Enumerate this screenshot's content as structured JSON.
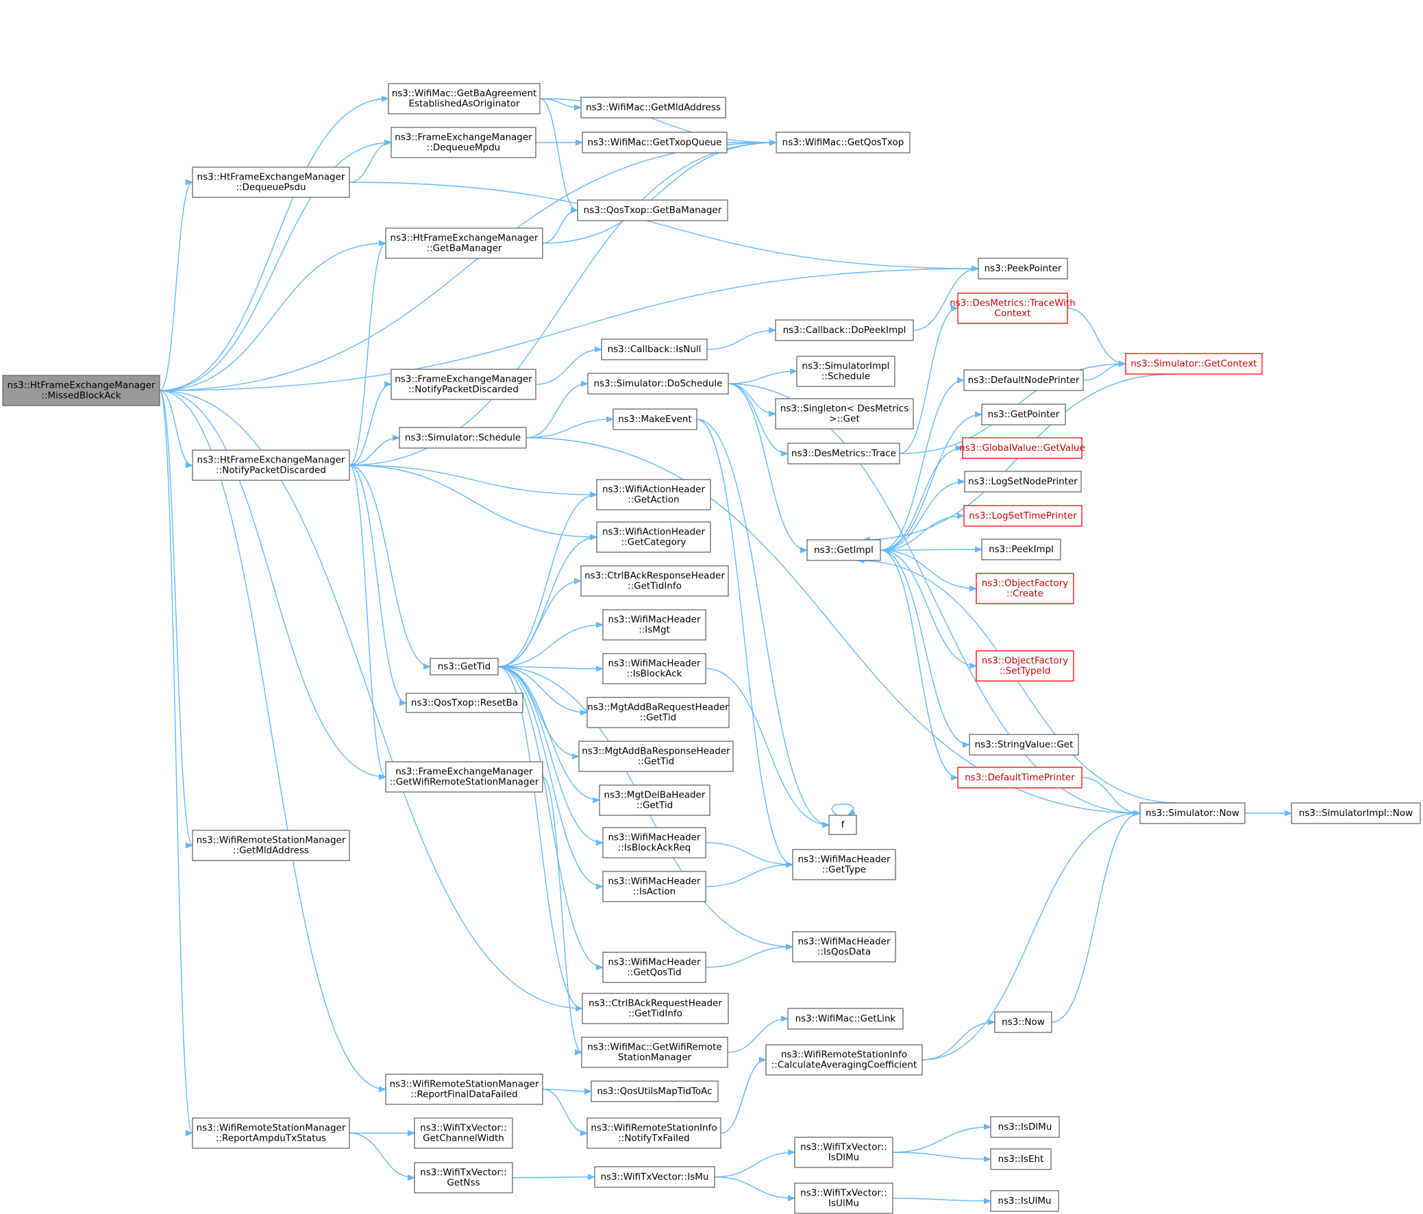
{
  "nodes": [
    {
      "id": "root",
      "lines": [
        "ns3::HtFrameExchangeManager",
        "::MissedBlockAck"
      ],
      "root": true
    },
    {
      "id": "getBaAgree",
      "lines": [
        "ns3::WifiMac::GetBaAgreement",
        "EstablishedAsOriginator"
      ]
    },
    {
      "id": "feDequeueMpdu",
      "lines": [
        "ns3::FrameExchangeManager",
        "::DequeueMpdu"
      ]
    },
    {
      "id": "htDequeuePsdu",
      "lines": [
        "ns3::HtFrameExchangeManager",
        "::DequeuePsdu"
      ]
    },
    {
      "id": "htGetBaManager",
      "lines": [
        "ns3::HtFrameExchangeManager",
        "::GetBaManager"
      ]
    },
    {
      "id": "feNotifyDiscarded",
      "lines": [
        "ns3::FrameExchangeManager",
        "::NotifyPacketDiscarded"
      ]
    },
    {
      "id": "htNotifyDiscarded",
      "lines": [
        "ns3::HtFrameExchangeManager",
        "::NotifyPacketDiscarded"
      ]
    },
    {
      "id": "feGetWrsm",
      "lines": [
        "ns3::FrameExchangeManager",
        "::GetWifiRemoteStationManager"
      ]
    },
    {
      "id": "wrsmGetMld",
      "lines": [
        "ns3::WifiRemoteStationManager",
        "::GetMldAddress"
      ]
    },
    {
      "id": "wrsmReportFinal",
      "lines": [
        "ns3::WifiRemoteStationManager",
        "::ReportFinalDataFailed"
      ]
    },
    {
      "id": "wrsmReportAmpdu",
      "lines": [
        "ns3::WifiRemoteStationManager",
        "::ReportAmpduTxStatus"
      ]
    },
    {
      "id": "macGetMld",
      "lines": [
        "ns3::WifiMac::GetMldAddress"
      ]
    },
    {
      "id": "macGetTxopQueue",
      "lines": [
        "ns3::WifiMac::GetTxopQueue"
      ]
    },
    {
      "id": "qosGetBaManager",
      "lines": [
        "ns3::QosTxop::GetBaManager"
      ]
    },
    {
      "id": "macGetQosTxop",
      "lines": [
        "ns3::WifiMac::GetQosTxop"
      ]
    },
    {
      "id": "peekPointer",
      "lines": [
        "ns3::PeekPointer"
      ]
    },
    {
      "id": "cbIsNull",
      "lines": [
        "ns3::Callback::IsNull"
      ]
    },
    {
      "id": "cbDoPeek",
      "lines": [
        "ns3::Callback::DoPeekImpl"
      ]
    },
    {
      "id": "simDoSchedule",
      "lines": [
        "ns3::Simulator::DoSchedule"
      ]
    },
    {
      "id": "simSchedule",
      "lines": [
        "ns3::Simulator::Schedule"
      ]
    },
    {
      "id": "makeEvent",
      "lines": [
        "ns3::MakeEvent"
      ]
    },
    {
      "id": "simImplSchedule",
      "lines": [
        "ns3::SimulatorImpl",
        "::Schedule"
      ]
    },
    {
      "id": "singletonGet",
      "lines": [
        "ns3::Singleton< DesMetrics",
        ">::Get"
      ]
    },
    {
      "id": "desTrace",
      "lines": [
        "ns3::DesMetrics::Trace"
      ]
    },
    {
      "id": "desTraceCtx",
      "lines": [
        "ns3::DesMetrics::TraceWith",
        "Context"
      ],
      "red": true
    },
    {
      "id": "simGetContext",
      "lines": [
        "ns3::Simulator::GetContext"
      ],
      "red": true
    },
    {
      "id": "defNodePrinter",
      "lines": [
        "ns3::DefaultNodePrinter"
      ]
    },
    {
      "id": "getPointer",
      "lines": [
        "ns3::GetPointer"
      ]
    },
    {
      "id": "gvGetValue",
      "lines": [
        "ns3::GlobalValue::GetValue"
      ],
      "red": true
    },
    {
      "id": "logSetNode",
      "lines": [
        "ns3::LogSetNodePrinter"
      ]
    },
    {
      "id": "logSetTime",
      "lines": [
        "ns3::LogSetTimePrinter"
      ],
      "red": true
    },
    {
      "id": "peekImpl",
      "lines": [
        "ns3::PeekImpl"
      ]
    },
    {
      "id": "ofCreate",
      "lines": [
        "ns3::ObjectFactory",
        "::Create"
      ],
      "red": true
    },
    {
      "id": "ofSetTypeId",
      "lines": [
        "ns3::ObjectFactory",
        "::SetTypeId"
      ],
      "red": true
    },
    {
      "id": "svGet",
      "lines": [
        "ns3::StringValue::Get"
      ]
    },
    {
      "id": "defTimePrinter",
      "lines": [
        "ns3::DefaultTimePrinter"
      ],
      "red": true
    },
    {
      "id": "getImpl",
      "lines": [
        "ns3::GetImpl"
      ]
    },
    {
      "id": "simNow",
      "lines": [
        "ns3::Simulator::Now"
      ]
    },
    {
      "id": "simImplNow",
      "lines": [
        "ns3::SimulatorImpl::Now"
      ]
    },
    {
      "id": "wahGetAction",
      "lines": [
        "ns3::WifiActionHeader",
        "::GetAction"
      ]
    },
    {
      "id": "wahGetCategory",
      "lines": [
        "ns3::WifiActionHeader",
        "::GetCategory"
      ]
    },
    {
      "id": "ctrlRespTid",
      "lines": [
        "ns3::CtrlBAckResponseHeader",
        "::GetTidInfo"
      ]
    },
    {
      "id": "wmhIsMgt",
      "lines": [
        "ns3::WifiMacHeader",
        "::IsMgt"
      ]
    },
    {
      "id": "wmhIsBlockAck",
      "lines": [
        "ns3::WifiMacHeader",
        "::IsBlockAck"
      ]
    },
    {
      "id": "getTid",
      "lines": [
        "ns3::GetTid"
      ]
    },
    {
      "id": "qosResetBa",
      "lines": [
        "ns3::QosTxop::ResetBa"
      ]
    },
    {
      "id": "addBaReqTid",
      "lines": [
        "ns3::MgtAddBaRequestHeader",
        "::GetTid"
      ]
    },
    {
      "id": "addBaRespTid",
      "lines": [
        "ns3::MgtAddBaResponseHeader",
        "::GetTid"
      ]
    },
    {
      "id": "delBaTid",
      "lines": [
        "ns3::MgtDelBaHeader",
        "::GetTid"
      ]
    },
    {
      "id": "wmhIsBlockAckReq",
      "lines": [
        "ns3::WifiMacHeader",
        "::IsBlockAckReq"
      ]
    },
    {
      "id": "wmhIsAction",
      "lines": [
        "ns3::WifiMacHeader",
        "::IsAction"
      ]
    },
    {
      "id": "wmhGetQosTid",
      "lines": [
        "ns3::WifiMacHeader",
        "::GetQosTid"
      ]
    },
    {
      "id": "ctrlReqTid",
      "lines": [
        "ns3::CtrlBAckRequestHeader",
        "::GetTidInfo"
      ]
    },
    {
      "id": "fNode",
      "lines": [
        "f"
      ]
    },
    {
      "id": "wmhGetType",
      "lines": [
        "ns3::WifiMacHeader",
        "::GetType"
      ]
    },
    {
      "id": "wmhIsQosData",
      "lines": [
        "ns3::WifiMacHeader",
        "::IsQosData"
      ]
    },
    {
      "id": "macGetWrsm",
      "lines": [
        "ns3::WifiMac::GetWifiRemote",
        "StationManager"
      ]
    },
    {
      "id": "macGetLink",
      "lines": [
        "ns3::WifiMac::GetLink"
      ]
    },
    {
      "id": "wrsiCalcAvg",
      "lines": [
        "ns3::WifiRemoteStationInfo",
        "::CalculateAveragingCoefficient"
      ]
    },
    {
      "id": "ns3Now",
      "lines": [
        "ns3::Now"
      ]
    },
    {
      "id": "qosMapTid",
      "lines": [
        "ns3::QosUtilsMapTidToAc"
      ]
    },
    {
      "id": "wrsiNotifyTxFailed",
      "lines": [
        "ns3::WifiRemoteStationInfo",
        "::NotifyTxFailed"
      ]
    },
    {
      "id": "txvChanWidth",
      "lines": [
        "ns3::WifiTxVector::",
        "GetChannelWidth"
      ]
    },
    {
      "id": "txvGetNss",
      "lines": [
        "ns3::WifiTxVector::",
        "GetNss"
      ]
    },
    {
      "id": "txvIsMu",
      "lines": [
        "ns3::WifiTxVector::IsMu"
      ]
    },
    {
      "id": "txvIsDlMu",
      "lines": [
        "ns3::WifiTxVector::",
        "IsDlMu"
      ]
    },
    {
      "id": "txvIsUlMu",
      "lines": [
        "ns3::WifiTxVector::",
        "IsUlMu"
      ]
    },
    {
      "id": "isDlMu",
      "lines": [
        "ns3::IsDlMu"
      ]
    },
    {
      "id": "isEht",
      "lines": [
        "ns3::IsEht"
      ]
    },
    {
      "id": "isUlMu",
      "lines": [
        "ns3::IsUlMu"
      ]
    }
  ],
  "edges": [
    [
      "root",
      "macGetQosTxop"
    ],
    [
      "root",
      "getBaAgree"
    ],
    [
      "root",
      "feDequeueMpdu"
    ],
    [
      "root",
      "htDequeuePsdu"
    ],
    [
      "root",
      "htGetBaManager"
    ],
    [
      "root",
      "peekPointer"
    ],
    [
      "root",
      "htNotifyDiscarded"
    ],
    [
      "root",
      "feGetWrsm"
    ],
    [
      "root",
      "ctrlReqTid"
    ],
    [
      "root",
      "wrsmGetMld"
    ],
    [
      "root",
      "wrsmReportFinal"
    ],
    [
      "root",
      "wrsmReportAmpdu"
    ],
    [
      "getBaAgree",
      "macGetQosTxop"
    ],
    [
      "getBaAgree",
      "macGetMld"
    ],
    [
      "getBaAgree",
      "qosGetBaManager"
    ],
    [
      "feDequeueMpdu",
      "macGetTxopQueue"
    ],
    [
      "macGetTxopQueue",
      "macGetQosTxop"
    ],
    [
      "htDequeuePsdu",
      "feDequeueMpdu"
    ],
    [
      "htDequeuePsdu",
      "peekPointer"
    ],
    [
      "htGetBaManager",
      "qosGetBaManager"
    ],
    [
      "htGetBaManager",
      "macGetQosTxop"
    ],
    [
      "feNotifyDiscarded",
      "cbIsNull"
    ],
    [
      "cbIsNull",
      "cbDoPeek"
    ],
    [
      "cbDoPeek",
      "peekPointer"
    ],
    [
      "htNotifyDiscarded",
      "htGetBaManager"
    ],
    [
      "htNotifyDiscarded",
      "macGetQosTxop"
    ],
    [
      "htNotifyDiscarded",
      "feNotifyDiscarded"
    ],
    [
      "htNotifyDiscarded",
      "simSchedule"
    ],
    [
      "htNotifyDiscarded",
      "wahGetAction"
    ],
    [
      "htNotifyDiscarded",
      "wahGetCategory"
    ],
    [
      "htNotifyDiscarded",
      "getTid"
    ],
    [
      "htNotifyDiscarded",
      "qosResetBa"
    ],
    [
      "htNotifyDiscarded",
      "feGetWrsm"
    ],
    [
      "simSchedule",
      "simDoSchedule"
    ],
    [
      "simSchedule",
      "makeEvent"
    ],
    [
      "simSchedule",
      "simNow"
    ],
    [
      "simDoSchedule",
      "simImplSchedule"
    ],
    [
      "simDoSchedule",
      "singletonGet"
    ],
    [
      "simDoSchedule",
      "desTrace"
    ],
    [
      "simDoSchedule",
      "getImpl"
    ],
    [
      "simDoSchedule",
      "simNow"
    ],
    [
      "makeEvent",
      "fNode"
    ],
    [
      "desTrace",
      "desTraceCtx"
    ],
    [
      "desTrace",
      "simGetContext"
    ],
    [
      "desTraceCtx",
      "simGetContext"
    ],
    [
      "simGetContext",
      "getImpl"
    ],
    [
      "getImpl",
      "defNodePrinter"
    ],
    [
      "getImpl",
      "getPointer"
    ],
    [
      "getImpl",
      "gvGetValue"
    ],
    [
      "getImpl",
      "logSetNode"
    ],
    [
      "getImpl",
      "logSetTime"
    ],
    [
      "getImpl",
      "peekImpl"
    ],
    [
      "getImpl",
      "ofCreate"
    ],
    [
      "getImpl",
      "ofSetTypeId"
    ],
    [
      "getImpl",
      "svGet"
    ],
    [
      "getImpl",
      "defTimePrinter"
    ],
    [
      "defNodePrinter",
      "simGetContext"
    ],
    [
      "defTimePrinter",
      "simNow"
    ],
    [
      "simNow",
      "getImpl"
    ],
    [
      "simNow",
      "simImplNow"
    ],
    [
      "getTid",
      "wahGetAction"
    ],
    [
      "getTid",
      "wahGetCategory"
    ],
    [
      "getTid",
      "ctrlRespTid"
    ],
    [
      "getTid",
      "wmhIsMgt"
    ],
    [
      "getTid",
      "wmhIsBlockAck"
    ],
    [
      "getTid",
      "addBaReqTid"
    ],
    [
      "getTid",
      "addBaRespTid"
    ],
    [
      "getTid",
      "delBaTid"
    ],
    [
      "getTid",
      "wmhIsBlockAckReq"
    ],
    [
      "getTid",
      "wmhIsAction"
    ],
    [
      "getTid",
      "wmhIsQosData"
    ],
    [
      "getTid",
      "wmhGetQosTid"
    ],
    [
      "getTid",
      "ctrlReqTid"
    ],
    [
      "wmhIsBlockAck",
      "fNode"
    ],
    [
      "fNode",
      "fNode"
    ],
    [
      "wmhIsBlockAckReq",
      "wmhGetType"
    ],
    [
      "wmhIsAction",
      "wmhGetType"
    ],
    [
      "wmhGetQosTid",
      "wmhIsQosData"
    ],
    [
      "makeEvent",
      "wmhGetType"
    ],
    [
      "feGetWrsm",
      "macGetWrsm"
    ],
    [
      "macGetWrsm",
      "macGetLink"
    ],
    [
      "wrsmReportFinal",
      "qosMapTid"
    ],
    [
      "wrsmReportFinal",
      "wrsiNotifyTxFailed"
    ],
    [
      "wrsiNotifyTxFailed",
      "wrsiCalcAvg"
    ],
    [
      "wrsiCalcAvg",
      "simNow"
    ],
    [
      "wrsiCalcAvg",
      "ns3Now"
    ],
    [
      "ns3Now",
      "simNow"
    ],
    [
      "wrsmReportAmpdu",
      "txvChanWidth"
    ],
    [
      "wrsmReportAmpdu",
      "txvGetNss"
    ],
    [
      "txvGetNss",
      "txvIsMu"
    ],
    [
      "txvIsMu",
      "txvIsDlMu"
    ],
    [
      "txvIsMu",
      "txvIsUlMu"
    ],
    [
      "txvIsDlMu",
      "isDlMu"
    ],
    [
      "txvIsDlMu",
      "isEht"
    ],
    [
      "txvIsUlMu",
      "isUlMu"
    ]
  ]
}
